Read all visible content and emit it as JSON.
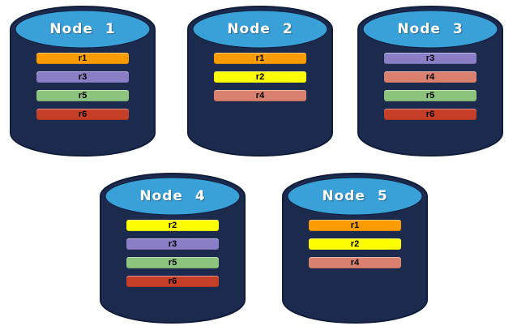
{
  "diagram": {
    "description": "Five database nodes shown as cylinders, each containing colored replica bars",
    "colors": {
      "cylinder_body": "#1C2B4D",
      "cylinder_outline": "#101E3C",
      "cylinder_top": "#3AA0D8",
      "title_text": "#FFFFFF",
      "replica_text": "#000000",
      "replicas": {
        "r1": "#FA9C00",
        "r2": "#FDFF00",
        "r3": "#8A7EC6",
        "r4": "#D9806F",
        "r5": "#8CC47E",
        "r6": "#C43E28"
      }
    },
    "nodes": [
      {
        "label": "Node 1",
        "replicas": [
          "r1",
          "r3",
          "r5",
          "r6"
        ]
      },
      {
        "label": "Node 2",
        "replicas": [
          "r1",
          "r2",
          "r4"
        ]
      },
      {
        "label": "Node 3",
        "replicas": [
          "r3",
          "r4",
          "r5",
          "r6"
        ]
      },
      {
        "label": "Node 4",
        "replicas": [
          "r2",
          "r3",
          "r5",
          "r6"
        ]
      },
      {
        "label": "Node 5",
        "replicas": [
          "r1",
          "r2",
          "r4"
        ]
      }
    ]
  }
}
